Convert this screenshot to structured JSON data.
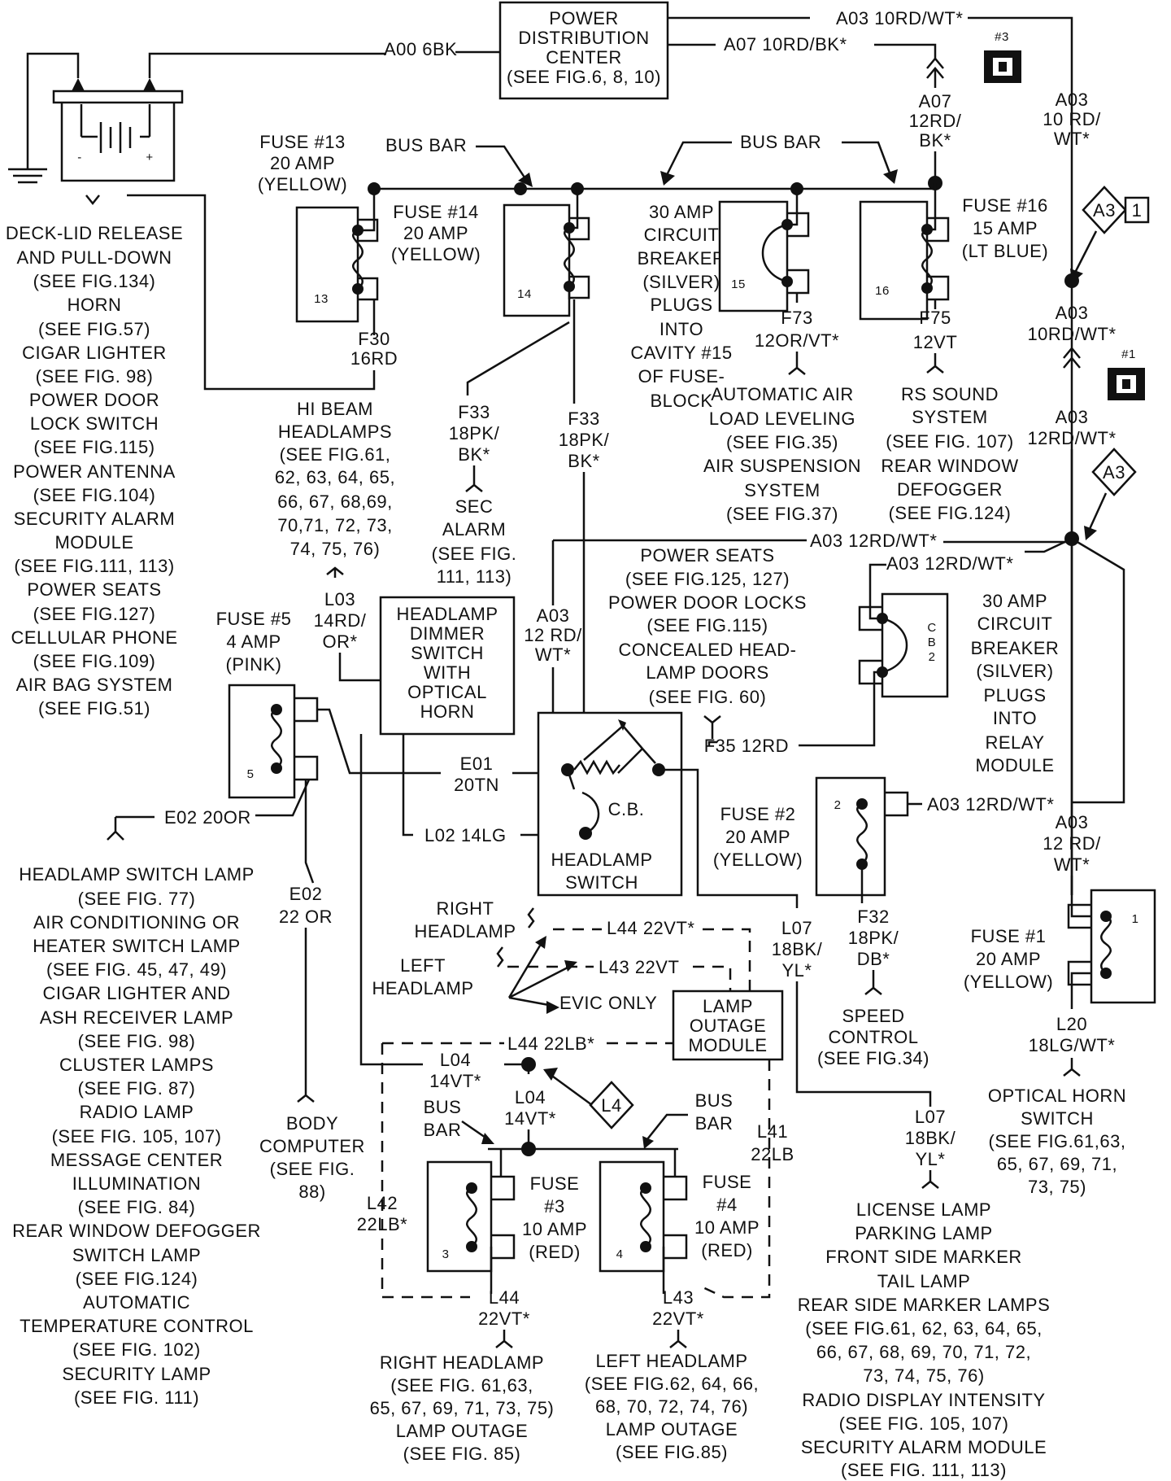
{
  "top": {
    "pdc": [
      "POWER",
      "DISTRIBUTION",
      "CENTER",
      "(SEE FIG.6, 8, 10)"
    ],
    "a00": "A00 6BK",
    "a03_top": "A03 10RD/WT*",
    "a07_top": "A07 10RD/BK*",
    "a07_conn": [
      "A07",
      "12RD/",
      "BK*"
    ],
    "conn3": "#3",
    "a03_right": [
      "A03",
      "10 RD/",
      "WT*"
    ],
    "battery_minus": "-",
    "battery_plus": "+"
  },
  "busbar": {
    "left": "BUS BAR",
    "right": "BUS BAR"
  },
  "fuse13": {
    "label": [
      "FUSE #13",
      "20 AMP",
      "(YELLOW)"
    ],
    "num": "13",
    "wire": [
      "F30",
      "16RD"
    ]
  },
  "fuse14": {
    "label": [
      "FUSE #14",
      "20 AMP",
      "(YELLOW)"
    ],
    "num": "14"
  },
  "cb15": {
    "label": [
      "30 AMP",
      "CIRCUIT",
      "BREAKER",
      "(SILVER)",
      "PLUGS",
      "INTO",
      "CAVITY #15",
      "OF FUSE-",
      "BLOCK"
    ],
    "num": "15",
    "wire": [
      "F73",
      "12OR/VT*"
    ]
  },
  "fuse16": {
    "label": [
      "FUSE #16",
      "15 AMP",
      "(LT BLUE)"
    ],
    "num": "16",
    "wire": [
      "F75",
      "12VT"
    ]
  },
  "a3_top": {
    "tag": "A3",
    "num": "1"
  },
  "a03_mid": [
    "A03",
    "10RD/WT*"
  ],
  "conn1": "#1",
  "a03_mid2": [
    "A03",
    "12RD/WT*"
  ],
  "a3_mid": "A3",
  "left_list": [
    "DECK-LID RELEASE",
    "AND PULL-DOWN",
    "(SEE FIG.134)",
    "HORN",
    "(SEE FIG.57)",
    "CIGAR LIGHTER",
    "(SEE FIG. 98)",
    "POWER DOOR",
    "LOCK SWITCH",
    "(SEE FIG.115)",
    "POWER ANTENNA",
    "(SEE FIG.104)",
    "SECURITY ALARM",
    "MODULE",
    "(SEE FIG.111, 113)",
    "POWER SEATS",
    "(SEE FIG.127)",
    "CELLULAR PHONE",
    "(SEE FIG.109)",
    "AIR BAG SYSTEM",
    "(SEE FIG.51)"
  ],
  "hi_beam": [
    "HI BEAM",
    "HEADLAMPS",
    "(SEE FIG.61,",
    "62, 63, 64, 65,",
    "66, 67, 68,69,",
    "70,71, 72, 73,",
    "74, 75, 76)"
  ],
  "l03": [
    "L03",
    "14RD/",
    "OR*"
  ],
  "f33_a": [
    "F33",
    "18PK/",
    "BK*"
  ],
  "sec_alarm": [
    "SEC",
    "ALARM",
    "(SEE FIG.",
    "111, 113)"
  ],
  "f33_b": [
    "F33",
    "18PK/",
    "BK*"
  ],
  "auto_air": [
    "AUTOMATIC AIR",
    "LOAD LEVELING",
    "(SEE FIG.35)",
    "AIR SUSPENSION",
    "SYSTEM",
    "(SEE FIG.37)"
  ],
  "rs_sound": [
    "RS SOUND",
    "SYSTEM",
    "(SEE FIG. 107)",
    "REAR WINDOW",
    "DEFOGGER",
    "(SEE FIG.124)"
  ],
  "a03_bus1": "A03 12RD/WT*",
  "a03_bus2": "A03 12RD/WT*",
  "power_seats": [
    "POWER SEATS",
    "(SEE FIG.125, 127)",
    "POWER DOOR LOCKS",
    "(SEE FIG.115)",
    "CONCEALED HEAD-",
    "LAMP DOORS",
    "(SEE FIG. 60)"
  ],
  "cb2": {
    "num": "CB2",
    "label": [
      "30 AMP",
      "CIRCUIT",
      "BREAKER",
      "(SILVER)",
      "PLUGS",
      "INTO",
      "RELAY",
      "MODULE"
    ],
    "wire": "F35 12RD"
  },
  "fuse5": {
    "label": [
      "FUSE #5",
      "4 AMP",
      "(PINK)"
    ],
    "num": "5"
  },
  "dimmer": [
    "HEADLAMP",
    "DIMMER",
    "SWITCH",
    "WITH",
    "OPTICAL",
    "HORN"
  ],
  "a03_hs": [
    "A03",
    "12 RD/",
    "WT*"
  ],
  "e01": [
    "E01",
    "20TN"
  ],
  "l02": "L02 14LG",
  "headlamp_switch": {
    "cb": "C.B.",
    "label": [
      "HEADLAMP",
      "SWITCH"
    ]
  },
  "fuse2": {
    "label": [
      "FUSE #2",
      "20 AMP",
      "(YELLOW)"
    ],
    "num": "2",
    "a03": "A03 12RD/WT*",
    "wire": [
      "F32",
      "18PK/",
      "DB*"
    ]
  },
  "a03_f1": [
    "A03",
    "12 RD/",
    "WT*"
  ],
  "fuse1": {
    "label": [
      "FUSE #1",
      "20 AMP",
      "(YELLOW)"
    ],
    "num": "1",
    "wire": [
      "L20",
      "18LG/WT*"
    ]
  },
  "e02a": "E02 20OR",
  "e02b": [
    "E02",
    "22 OR"
  ],
  "headlamp_lamps": [
    "HEADLAMP SWITCH LAMP",
    "(SEE FIG. 77)",
    "AIR CONDITIONING OR",
    "HEATER SWITCH LAMP",
    "(SEE FIG. 45, 47, 49)",
    "CIGAR LIGHTER AND",
    "ASH RECEIVER LAMP",
    "(SEE FIG. 98)",
    "CLUSTER LAMPS",
    "(SEE FIG. 87)",
    "RADIO LAMP",
    "(SEE FIG. 105, 107)",
    "MESSAGE CENTER",
    "ILLUMINATION",
    "(SEE FIG. 84)",
    "REAR WINDOW DEFOGGER",
    "SWITCH LAMP",
    "(SEE FIG.124)",
    "AUTOMATIC",
    "TEMPERATURE CONTROL",
    "(SEE FIG. 102)",
    "SECURITY LAMP",
    "(SEE FIG. 111)"
  ],
  "body_computer": [
    "BODY",
    "COMPUTER",
    "(SEE FIG.",
    "88)"
  ],
  "right_hl": [
    "RIGHT",
    "HEADLAMP"
  ],
  "left_hl": [
    "LEFT",
    "HEADLAMP"
  ],
  "l44_top": "L44 22VT*",
  "l43_top": "L43 22VT",
  "evic": "EVIC ONLY",
  "lom": [
    "LAMP",
    "OUTAGE",
    "MODULE"
  ],
  "l07_a": [
    "L07",
    "18BK/",
    "YL*"
  ],
  "speed": [
    "SPEED",
    "CONTROL",
    "(SEE FIG.34)"
  ],
  "optical_horn": [
    "OPTICAL HORN",
    "SWITCH",
    "(SEE FIG.61,63,",
    "65, 67, 69, 71,",
    "73, 75)"
  ],
  "l44_22lb": "L44 22LB*",
  "l04_a": [
    "L04",
    "14VT*"
  ],
  "l04_b": [
    "L04",
    "14VT*"
  ],
  "l4": "L4",
  "busbar_low_l": [
    "BUS",
    "BAR"
  ],
  "busbar_low_r": [
    "BUS",
    "BAR"
  ],
  "l41": [
    "L41",
    "22LB"
  ],
  "l42": [
    "L42",
    "22LB*"
  ],
  "fuse3": {
    "label": [
      "FUSE",
      "#3",
      "10 AMP",
      "(RED)"
    ],
    "num": "3",
    "wire": [
      "L44",
      "22VT*"
    ]
  },
  "fuse4": {
    "label": [
      "FUSE",
      "#4",
      "10 AMP",
      "(RED)"
    ],
    "num": "4",
    "wire": [
      "L43",
      "22VT*"
    ]
  },
  "l07_b": [
    "L07",
    "18BK/",
    "YL*"
  ],
  "right_out": [
    "RIGHT HEADLAMP",
    "(SEE FIG. 61,63,",
    "65, 67, 69, 71, 73, 75)",
    "LAMP OUTAGE",
    "(SEE FIG. 85)"
  ],
  "left_out": [
    "LEFT HEADLAMP",
    "(SEE FIG.62, 64, 66,",
    "68, 70, 72, 74, 76)",
    "LAMP OUTAGE",
    "(SEE FIG.85)"
  ],
  "license": [
    "LICENSE LAMP",
    "PARKING LAMP",
    "FRONT SIDE MARKER",
    "TAIL LAMP",
    "REAR SIDE MARKER LAMPS",
    "(SEE FIG.61, 62, 63, 64, 65,",
    "66, 67, 68, 69, 70, 71, 72,",
    "73, 74, 75, 76)",
    "RADIO DISPLAY INTENSITY",
    "(SEE FIG. 105, 107)",
    "SECURITY ALARM MODULE",
    "(SEE FIG. 111, 113)"
  ]
}
